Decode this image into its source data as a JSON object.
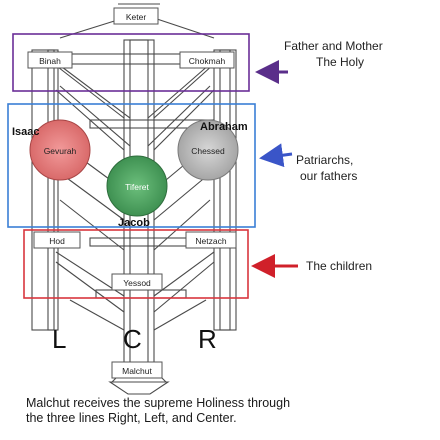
{
  "sefirot": {
    "keter": "Keter",
    "binah": "Binah",
    "chokmah": "Chokmah",
    "gevurah": "Gevurah",
    "chessed": "Chessed",
    "tiferet": "Tiferet",
    "hod": "Hod",
    "netzach": "Netzach",
    "yessod": "Yessod",
    "malchut": "Malchut"
  },
  "figures": {
    "isaac": "Isaac",
    "abraham": "Abraham",
    "jacob": "Jacob"
  },
  "columns": {
    "left": "L",
    "center": "C",
    "right": "R"
  },
  "annotations": {
    "father_mother_line1": "Father and Mother",
    "father_mother_line2": "The Holy",
    "patriarchs_line1": "Patriarchs,",
    "patriarchs_line2": "our fathers",
    "children": "The children"
  },
  "caption": {
    "line1": "Malchut receives the supreme Holiness through",
    "line2": "the three lines Right, Left, and Center."
  },
  "colors": {
    "purple_box": "#6a2e98",
    "blue_box": "#3a7fd5",
    "red_box": "#d9363e",
    "gevurah_fill": "#e07a7a",
    "tiferet_fill": "#4fa062",
    "chessed_fill": "#b8b8b8",
    "arrow_purple": "#5a2e8a",
    "arrow_blue": "#3a55c8",
    "arrow_red": "#d0202a"
  }
}
